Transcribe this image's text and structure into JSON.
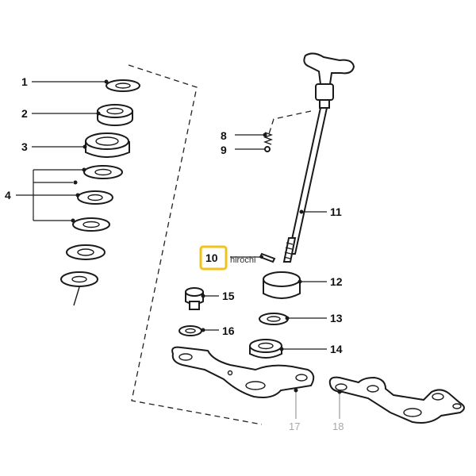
{
  "labels": {
    "p1": "1",
    "p2": "2",
    "p3": "3",
    "p4": "4",
    "p8": "8",
    "p9": "9",
    "p10": "10",
    "p11": "11",
    "p12": "12",
    "p13": "13",
    "p14": "14",
    "p15": "15",
    "p16": "16",
    "p17": "17",
    "p18": "18"
  },
  "watermark": "hirochi",
  "colors": {
    "highlight": "#f3c21a",
    "ink": "#1a1a1a",
    "gray_label": "#a8a8a8"
  }
}
